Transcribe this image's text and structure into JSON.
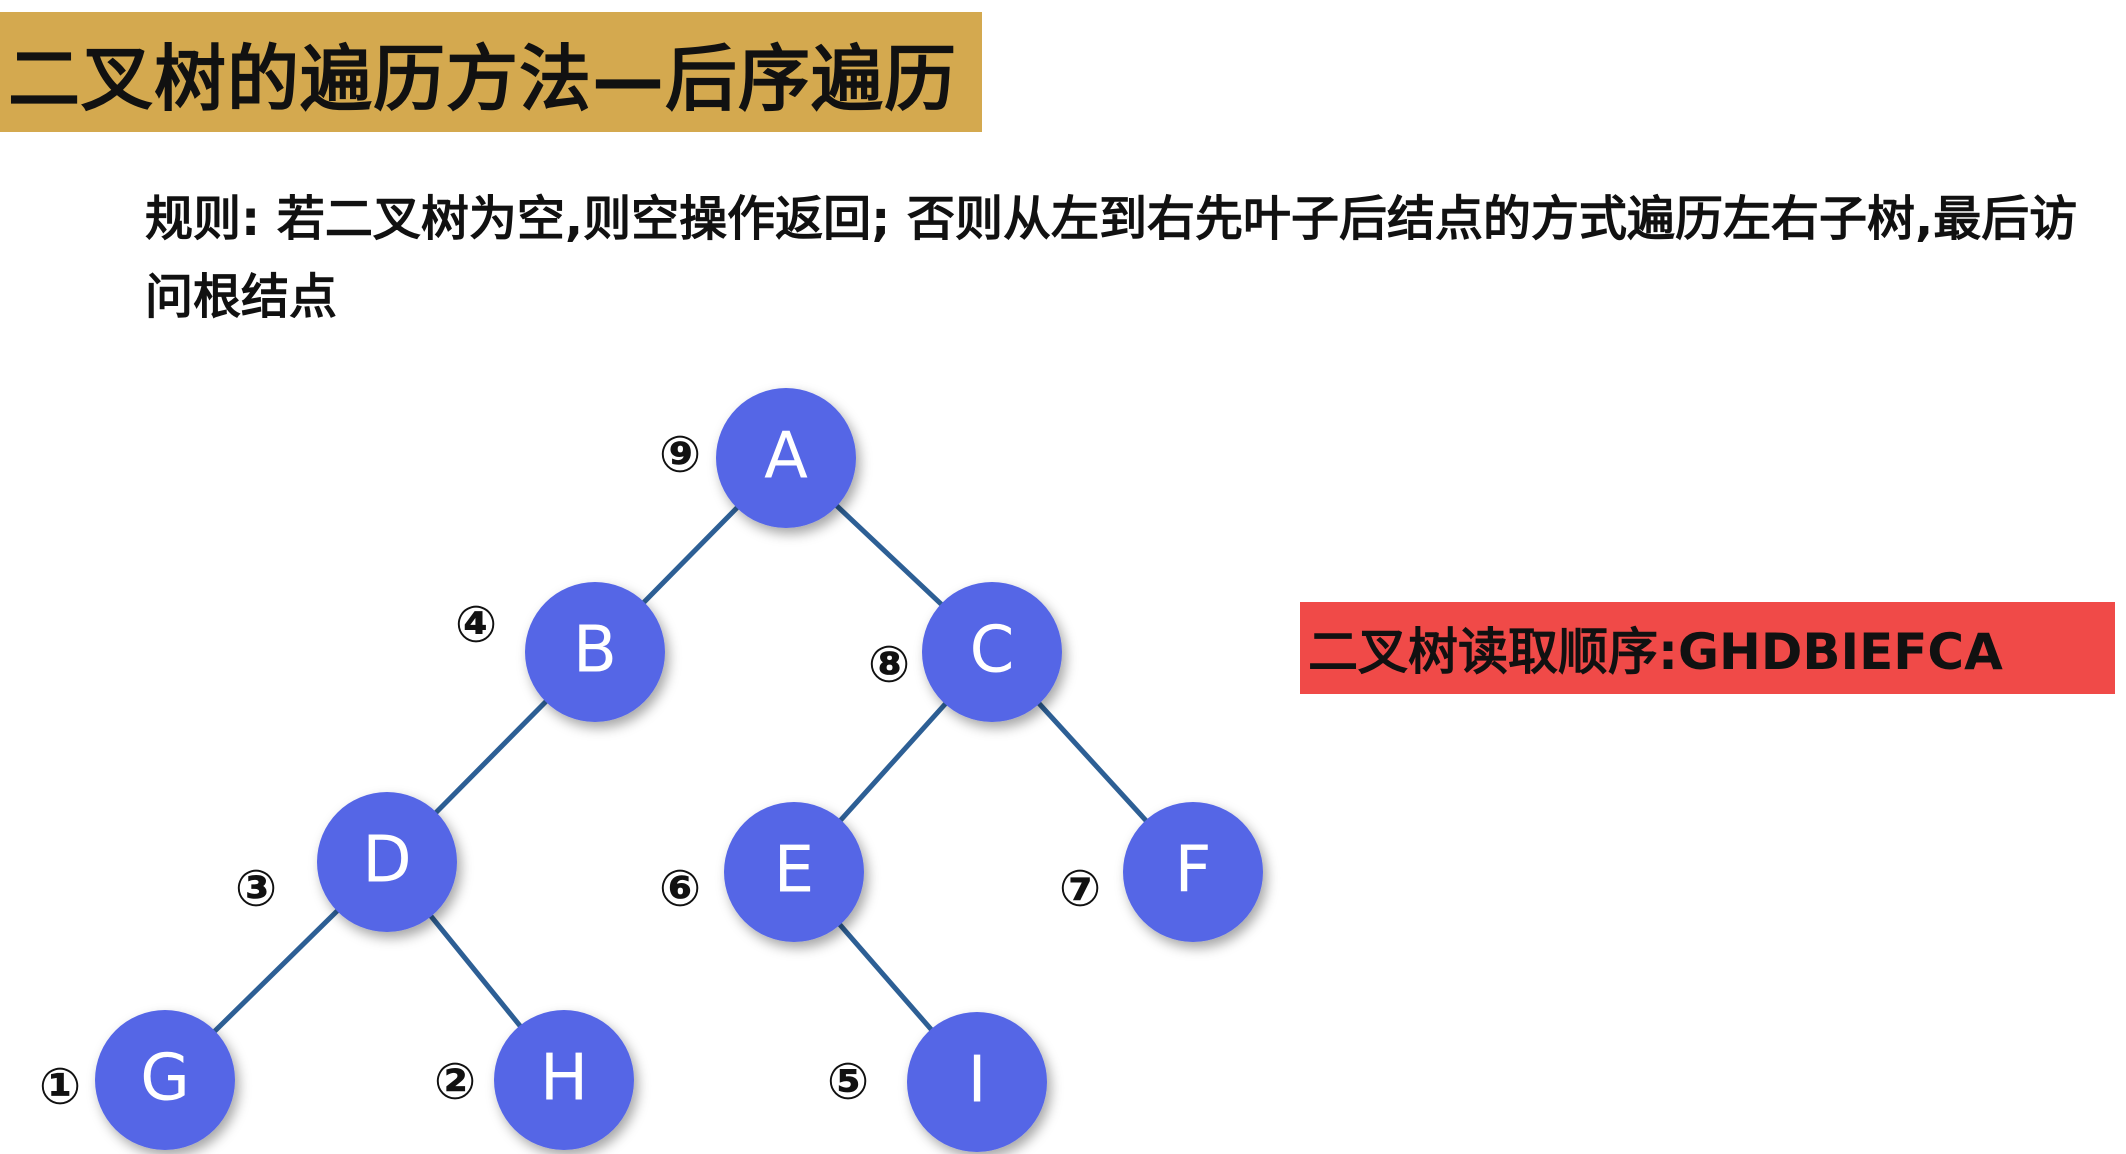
{
  "header": {
    "title": "二叉树的遍历方法—后序遍历"
  },
  "rule": {
    "text": "规则: 若二叉树为空,则空操作返回; 否则从左到右先叶子后结点的方式遍历左右子树,最后访问根结点"
  },
  "sequence": {
    "text": "二叉树读取顺序:GHDBIEFCA"
  },
  "colors": {
    "title_background": "#d4a94f",
    "sequence_background": "#f04a48",
    "node_fill": "#5566e6",
    "edge_stroke": "#2d5f95"
  },
  "tree": {
    "nodes": [
      {
        "id": "A",
        "label": "A",
        "order": "⑨"
      },
      {
        "id": "B",
        "label": "B",
        "order": "④"
      },
      {
        "id": "C",
        "label": "C",
        "order": "⑧"
      },
      {
        "id": "D",
        "label": "D",
        "order": "③"
      },
      {
        "id": "E",
        "label": "E",
        "order": "⑥"
      },
      {
        "id": "F",
        "label": "F",
        "order": "⑦"
      },
      {
        "id": "G",
        "label": "G",
        "order": "①"
      },
      {
        "id": "H",
        "label": "H",
        "order": "②"
      },
      {
        "id": "I",
        "label": "I",
        "order": "⑤"
      }
    ],
    "edges": [
      {
        "from": "A",
        "to": "B"
      },
      {
        "from": "A",
        "to": "C"
      },
      {
        "from": "B",
        "to": "D"
      },
      {
        "from": "C",
        "to": "E"
      },
      {
        "from": "C",
        "to": "F"
      },
      {
        "from": "D",
        "to": "G"
      },
      {
        "from": "D",
        "to": "H"
      },
      {
        "from": "E",
        "to": "I"
      }
    ]
  }
}
